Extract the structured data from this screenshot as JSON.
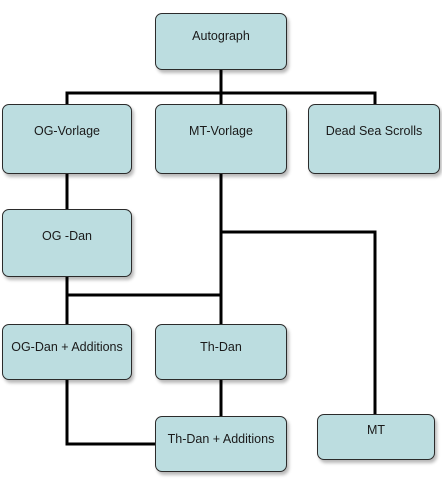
{
  "nodes": {
    "autograph": "Autograph",
    "og_vorlage": "OG-Vorlage",
    "mt_vorlage": "MT-Vorlage",
    "dead_sea_scrolls": "Dead Sea Scrolls",
    "og_dan": "OG -Dan",
    "og_dan_additions": "OG-Dan + Additions",
    "th_dan": "Th-Dan",
    "th_dan_additions": "Th-Dan + Additions",
    "mt": "MT"
  },
  "colors": {
    "node_fill": "#bcdde0",
    "node_border": "#2b2b2b",
    "connector": "#000000"
  }
}
